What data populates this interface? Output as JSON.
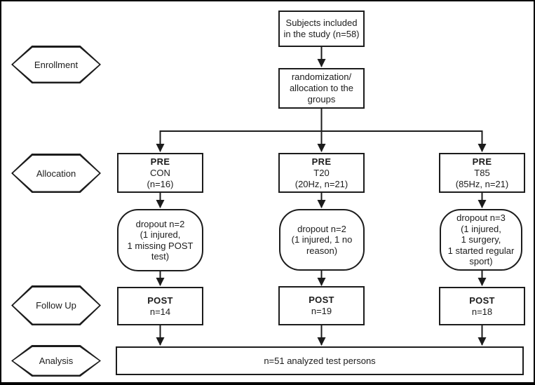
{
  "colors": {
    "line": "#1c1c1c",
    "background": "#ffffff"
  },
  "stages": [
    {
      "label": "Enrollment"
    },
    {
      "label": "Allocation"
    },
    {
      "label": "Follow Up"
    },
    {
      "label": "Analysis"
    }
  ],
  "flow": {
    "subjects_box": {
      "lines": [
        "Subjects included",
        "in the study (n=58)"
      ]
    },
    "randomization_box": {
      "lines": [
        "randomization/",
        "allocation to the",
        "groups"
      ]
    },
    "groups": [
      {
        "pre": {
          "title": "PRE",
          "lines": [
            "CON",
            "(n=16)"
          ]
        },
        "dropout": {
          "lines": [
            "dropout n=2",
            "(1 injured,",
            "1 missing POST",
            "test)"
          ]
        },
        "post": {
          "title": "POST",
          "count": "n=14"
        }
      },
      {
        "pre": {
          "title": "PRE",
          "lines": [
            "T20",
            "(20Hz, n=21)"
          ]
        },
        "dropout": {
          "lines": [
            "dropout n=2",
            "(1 injured, 1 no",
            "reason)"
          ]
        },
        "post": {
          "title": "POST",
          "count": "n=19"
        }
      },
      {
        "pre": {
          "title": "PRE",
          "lines": [
            "T85",
            "(85Hz, n=21)"
          ]
        },
        "dropout": {
          "lines": [
            "dropout n=3",
            "(1 injured,",
            "1 surgery,",
            "1 started regular",
            "sport)"
          ]
        },
        "post": {
          "title": "POST",
          "count": "n=18"
        }
      }
    ],
    "analysis_box": {
      "label": "n=51 analyzed test persons"
    }
  }
}
